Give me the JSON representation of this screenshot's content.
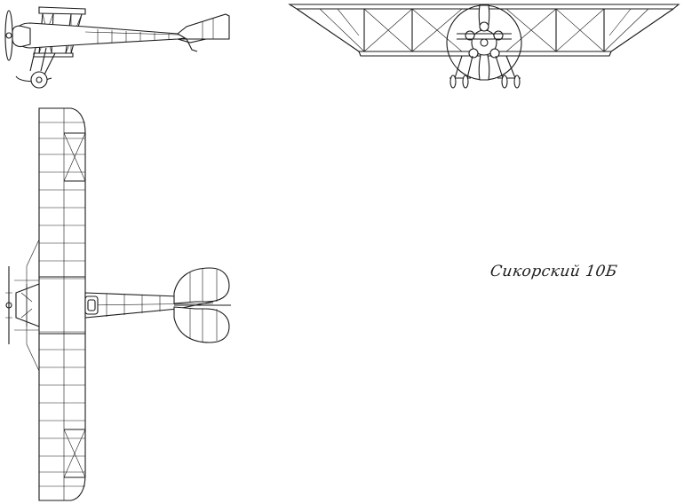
{
  "drawing": {
    "caption": "Сикорский 10Б",
    "views": [
      "side-view",
      "front-view",
      "top-view"
    ],
    "line_color": "#1a1a1a",
    "background": "#ffffff"
  }
}
